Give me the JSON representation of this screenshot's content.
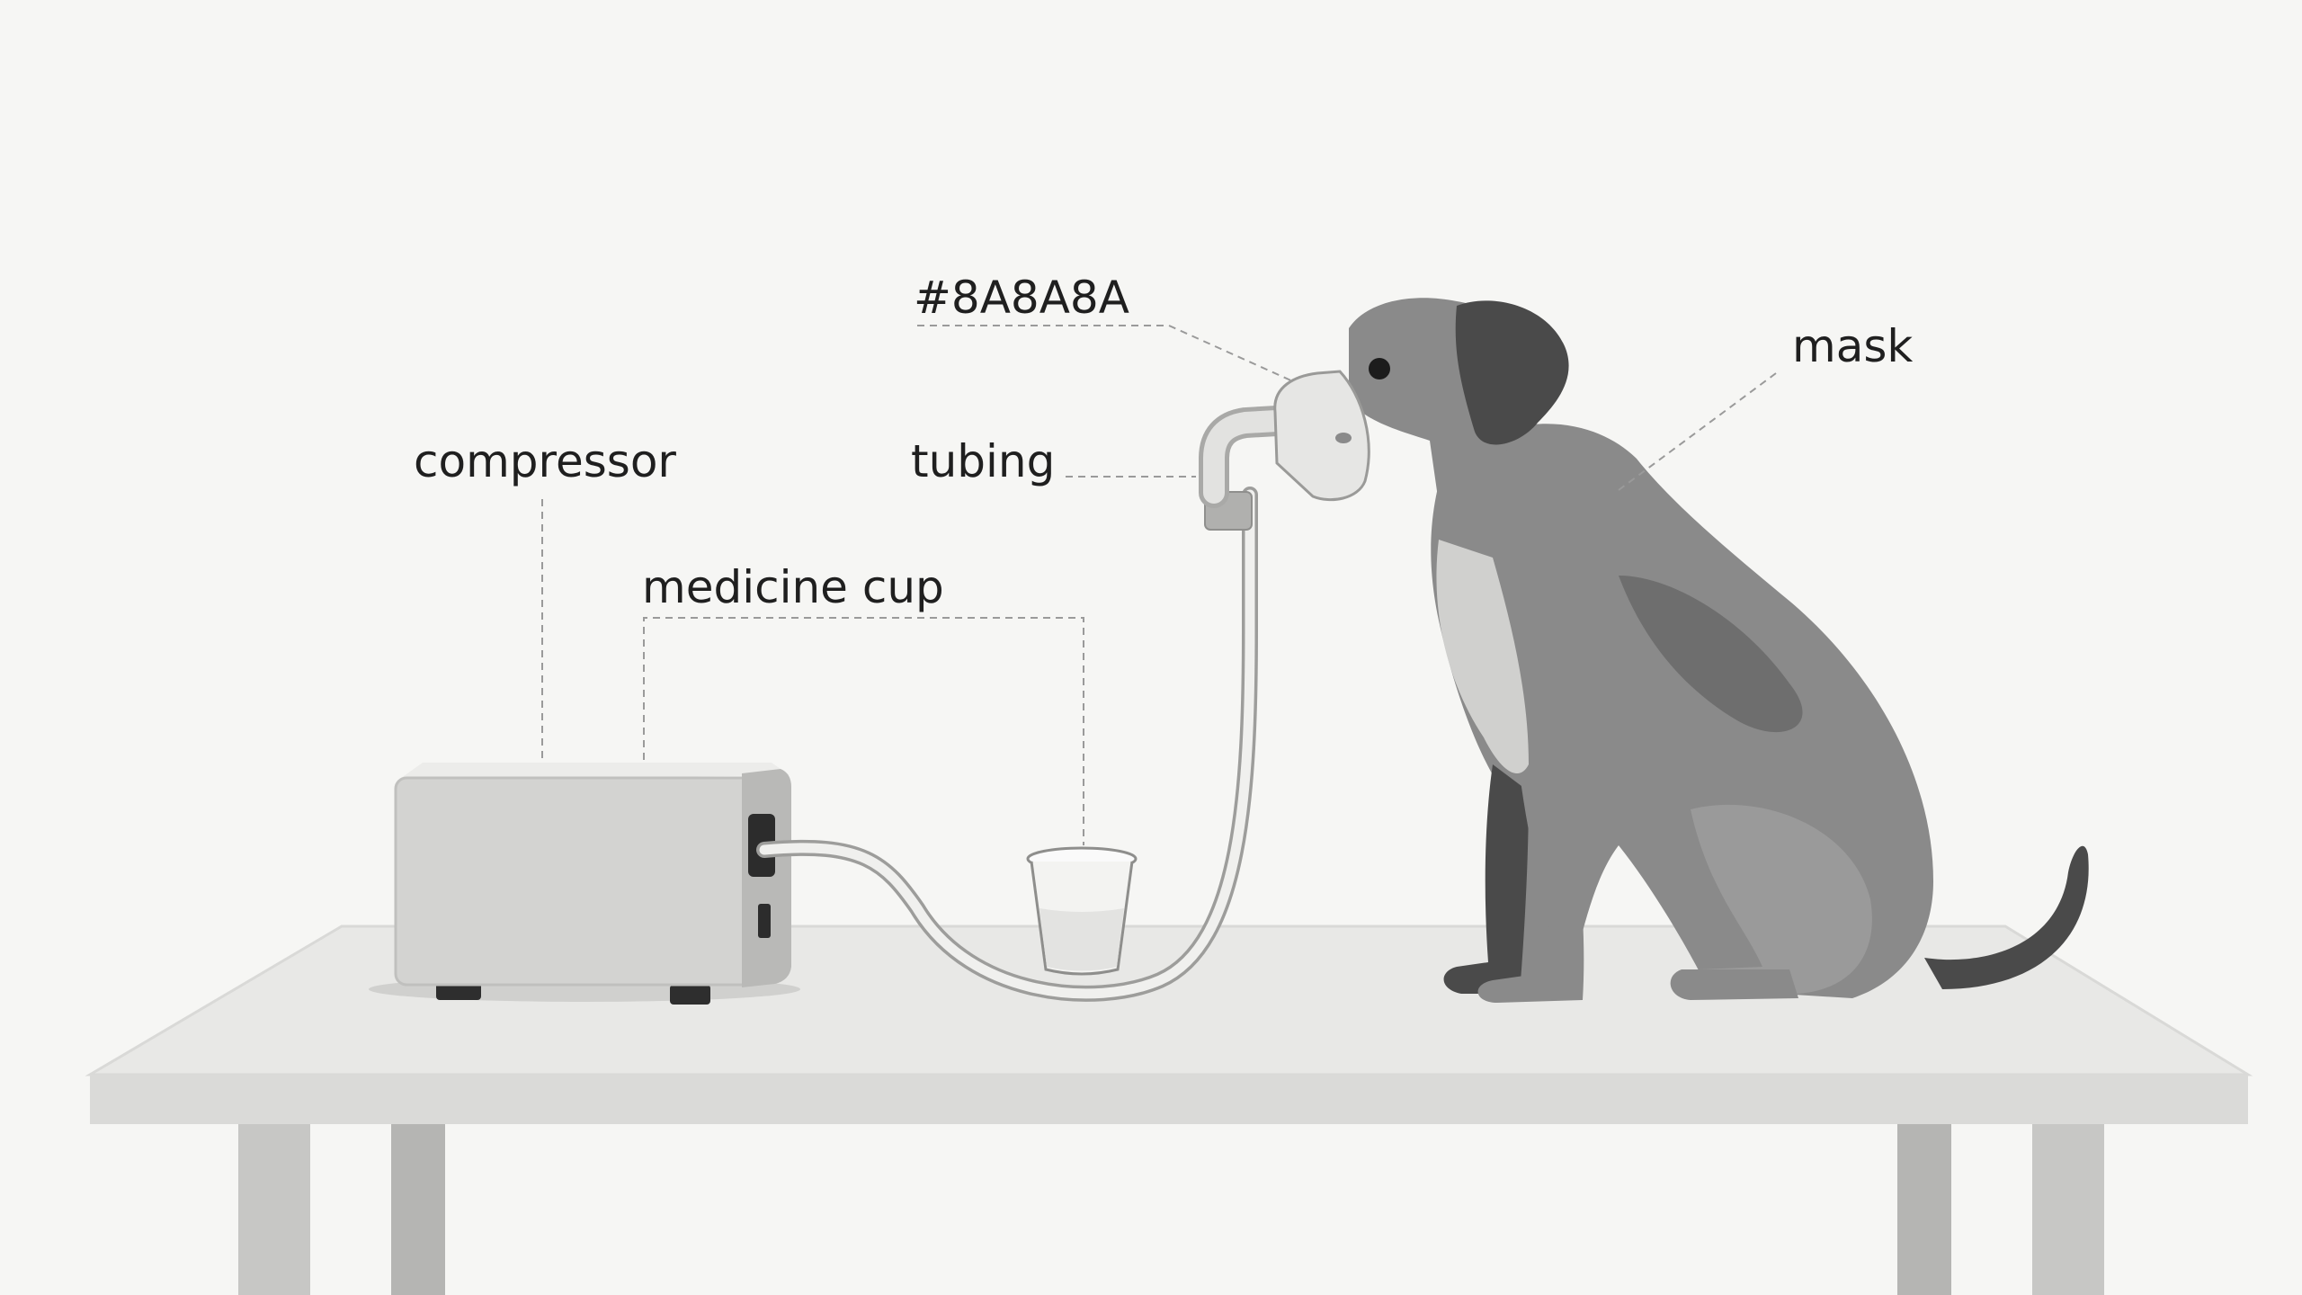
{
  "labels": {
    "compressor": "compressor",
    "medicine_cup": "medicine cup",
    "tubing": "tubing",
    "hex_code": "#8A8A8A",
    "mask": "mask"
  },
  "colors": {
    "background": "#f6f6f4",
    "table_top": "#e8e8e6",
    "table_edge": "#dcdcda",
    "table_legs": "#bdbdbb",
    "compressor_body": "#d4d4d2",
    "dog_body": "#8a8a8a",
    "dog_dark": "#4a4a4a",
    "dog_chest": "#d0d0ce",
    "tubing": "#ececec"
  }
}
